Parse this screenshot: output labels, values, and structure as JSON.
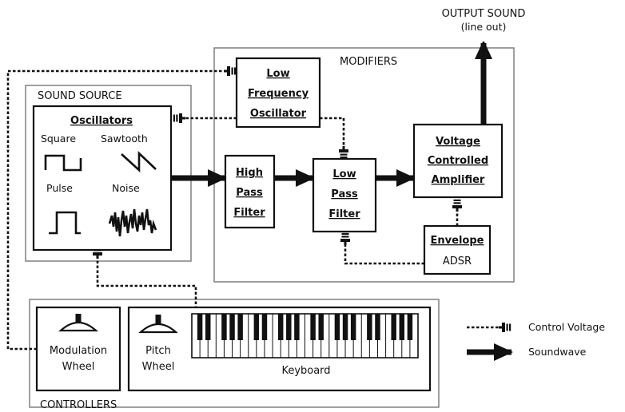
{
  "labels": {
    "output_title": "OUTPUT SOUND",
    "output_subtitle": "(line out)",
    "modifiers": "MODIFIERS",
    "sound_source": "SOUND SOURCE",
    "controllers": "CONTROLLERS"
  },
  "blocks": {
    "lfo": [
      "Low",
      "Frequency",
      "Oscillator"
    ],
    "oscillators": "Oscillators",
    "hpf": [
      "High",
      "Pass",
      "Filter"
    ],
    "lpf": [
      "Low",
      "Pass",
      "Filter"
    ],
    "vca": [
      "Voltage",
      "Controlled",
      "Amplifier"
    ],
    "envelope": "Envelope",
    "envelope_sub": "ADSR"
  },
  "waveforms": [
    "Square",
    "Sawtooth",
    "Pulse",
    "Noise"
  ],
  "controllers": {
    "mod_wheel": [
      "Modulation",
      "Wheel"
    ],
    "pitch_wheel": [
      "Pitch",
      "Wheel"
    ],
    "keyboard": "Keyboard"
  },
  "legend": {
    "control_voltage": "Control Voltage",
    "soundwave": "Soundwave"
  },
  "icons": [
    "dial-arrow-icon",
    "solid-arrow-icon",
    "wheel-icon",
    "keyboard-keys-icon",
    "square-wave-icon",
    "sawtooth-wave-icon",
    "pulse-wave-icon",
    "noise-wave-icon"
  ]
}
